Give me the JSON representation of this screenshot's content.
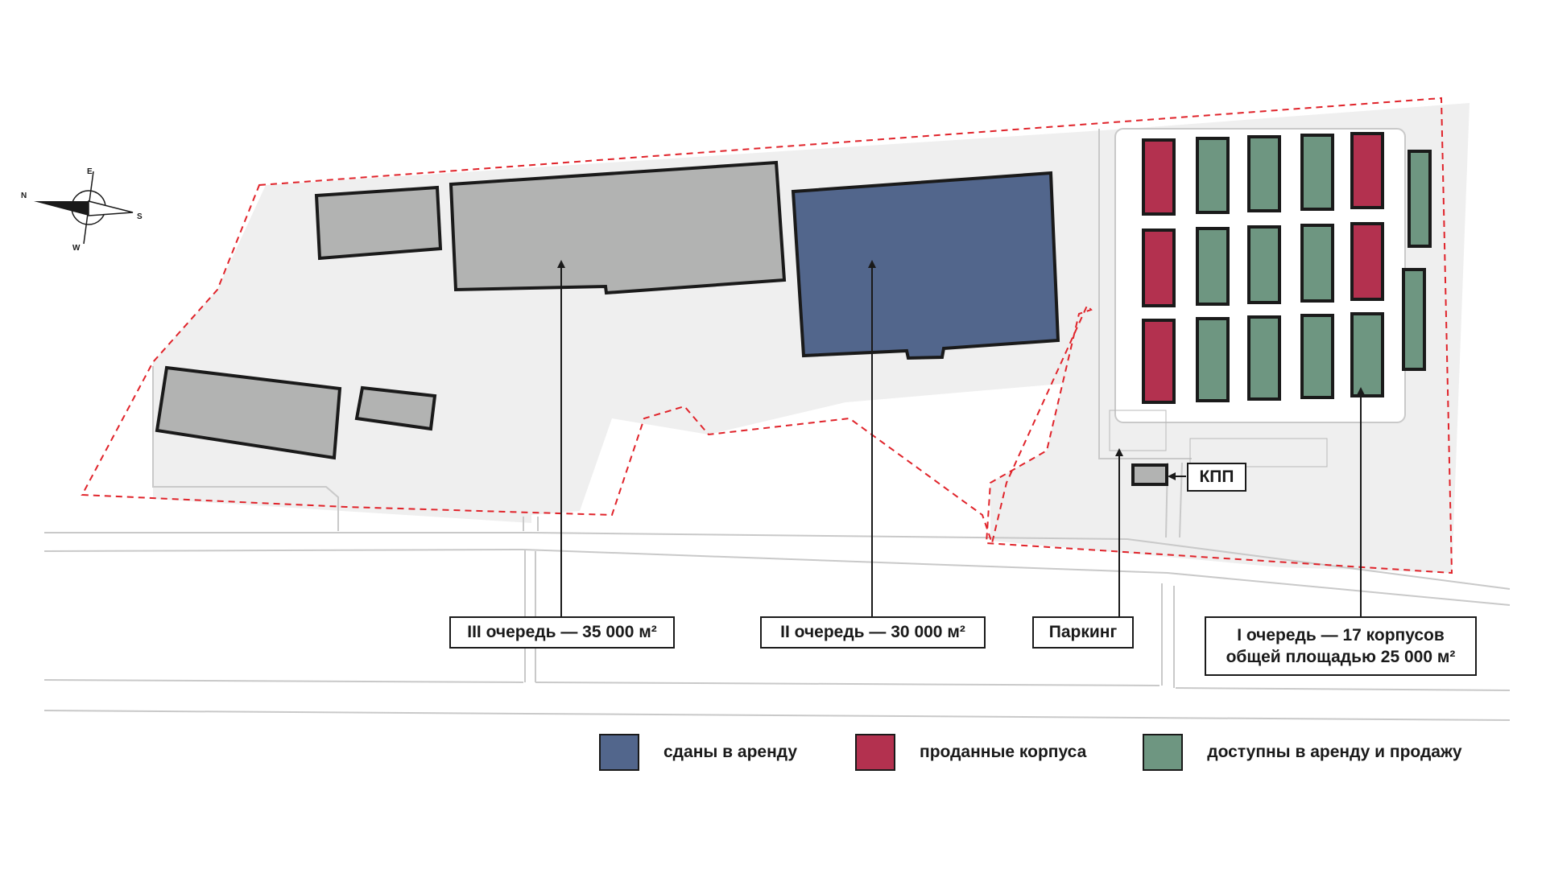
{
  "colors": {
    "leased": "#52668c",
    "sold": "#b3314f",
    "available": "#6e9681",
    "other": "#b2b3b2",
    "ground": "#efefef",
    "border": "#e0232a"
  },
  "compass": {
    "north": "N",
    "east": "E",
    "south": "S",
    "west": "W"
  },
  "labels": {
    "phase3": "III очередь — 35 000 м²",
    "phase2": "II очередь — 30 000 м²",
    "parking": "Паркинг",
    "checkpoint": "КПП",
    "phase1_line1": "I очередь — 17 корпусов",
    "phase1_line2": "общей площадью 25 000 м²"
  },
  "legend": {
    "leased": "сданы в аренду",
    "sold": "проданные корпуса",
    "available": "доступны в аренду и продажу"
  },
  "phase1_status": {
    "row1": [
      "sold",
      "available",
      "available",
      "available",
      "sold"
    ],
    "row2": [
      "sold",
      "available",
      "available",
      "available",
      "sold"
    ],
    "row3": [
      "sold",
      "available",
      "available",
      "available",
      "available"
    ],
    "side": [
      "available",
      "available"
    ]
  }
}
